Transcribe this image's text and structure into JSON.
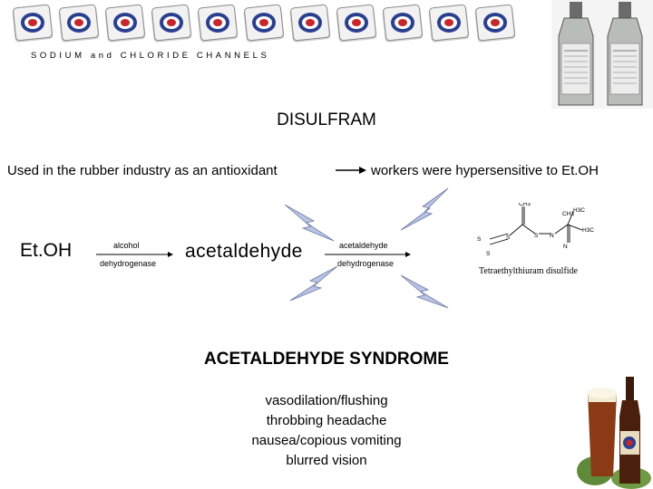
{
  "header": {
    "course_title": "SODIUM and CHLORIDE CHANNELS",
    "badge_count": 11
  },
  "title": "DISULFRAM",
  "history": {
    "left": "Used in the rubber industry as an antioxidant",
    "right": "workers were hypersensitive to Et.OH"
  },
  "pathway": {
    "substrate": "Et.OH",
    "enzyme1_line1": "alcohol",
    "enzyme1_line2": "dehydrogenase",
    "intermediate": "acetaldehyde",
    "enzyme2_line1": "acetaldehyde",
    "enzyme2_line2": "dehydrogenase"
  },
  "structure": {
    "label": "Tetraethylthiuram disulfide",
    "atoms": [
      "CH3",
      "CH3",
      "S",
      "S",
      "S",
      "S",
      "N",
      "N",
      "H3C",
      "H3C"
    ]
  },
  "syndrome": {
    "title": "ACETALDEHYDE SYNDROME",
    "symptoms": [
      "vasodilation/flushing",
      "throbbing headache",
      "nausea/copious vomiting",
      "blurred vision"
    ]
  },
  "colors": {
    "badge_blue": "#2b3f8f",
    "bolt": "#b9c3e3",
    "beer": "#8a3a14"
  }
}
